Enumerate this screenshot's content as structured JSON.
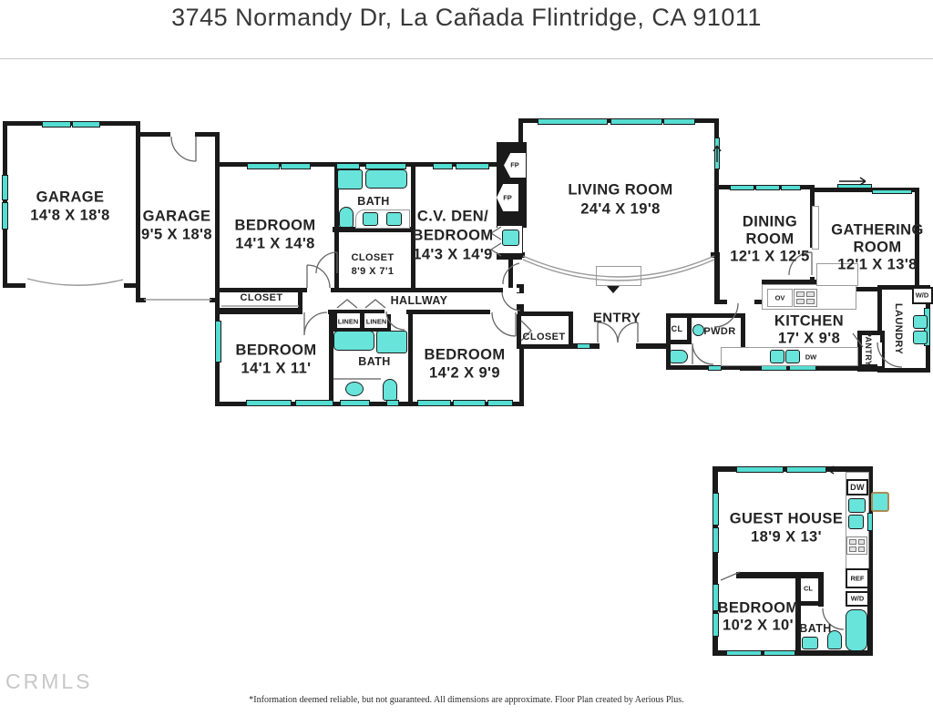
{
  "page": {
    "title": "3745 Normandy Dr, La Cañada Flintridge, CA 91011",
    "footer_logo": "CRMLS",
    "disclaimer": "*Information deemed reliable, but not guaranteed. All dimensions are approximate. Floor Plan created by Aerious Plus."
  },
  "colors": {
    "wall": "#1a1a1a",
    "window": "#54ddd2",
    "fixture": "#68e4da",
    "counter_line": "#9a9a9a",
    "logo_gray": "#c7c7c7"
  },
  "main_floor": {
    "garage1": {
      "name": "GARAGE",
      "dims": "14'8 X 18'8"
    },
    "garage2": {
      "name": "GARAGE",
      "dims": "9'5 X 18'8"
    },
    "bedroom1": {
      "name": "BEDROOM",
      "dims": "14'1 X 14'8"
    },
    "bath1": {
      "name": "BATH"
    },
    "closet1": {
      "name": "CLOSET",
      "dims": "8'9 X 7'1"
    },
    "cvden": {
      "line1": "C.V. DEN/",
      "line2": "BEDROOM",
      "dims": "14'3 X 14'9"
    },
    "living": {
      "name": "LIVING ROOM",
      "dims": "24'4 X 19'8"
    },
    "dining": {
      "line1": "DINING",
      "line2": "ROOM",
      "dims": "12'1 X 12'5"
    },
    "gathering": {
      "line1": "GATHERING",
      "line2": "ROOM",
      "dims": "12'1 X 13'8"
    },
    "kitchen": {
      "name": "KITCHEN",
      "dims": "17' X 9'8"
    },
    "entry": {
      "name": "ENTRY"
    },
    "hallway": {
      "name": "HALLWAY"
    },
    "closet_hall": {
      "name": "CLOSET"
    },
    "bedroom2": {
      "name": "BEDROOM",
      "dims": "14'1 X 11'"
    },
    "bath2": {
      "name": "BATH"
    },
    "bedroom3": {
      "name": "BEDROOM",
      "dims": "14'2 X 9'9"
    },
    "closet_entry": {
      "name": "CLOSET"
    },
    "linen": "LINEN",
    "cl": "CL",
    "pwdr": "PWDR",
    "laundry": "LAUNDRY",
    "pantry": "PANTRY",
    "wd": "W/D",
    "ov": "OV",
    "dw": "DW",
    "fp": "FP"
  },
  "guest_house": {
    "main": {
      "name": "GUEST HOUSE",
      "dims": "18'9 X 13'"
    },
    "bedroom": {
      "name": "BEDROOM",
      "dims": "10'2 X 10'"
    },
    "bath": {
      "name": "BATH"
    },
    "cl": "CL",
    "dw": "DW",
    "ref": "REF",
    "wd": "W/D"
  }
}
